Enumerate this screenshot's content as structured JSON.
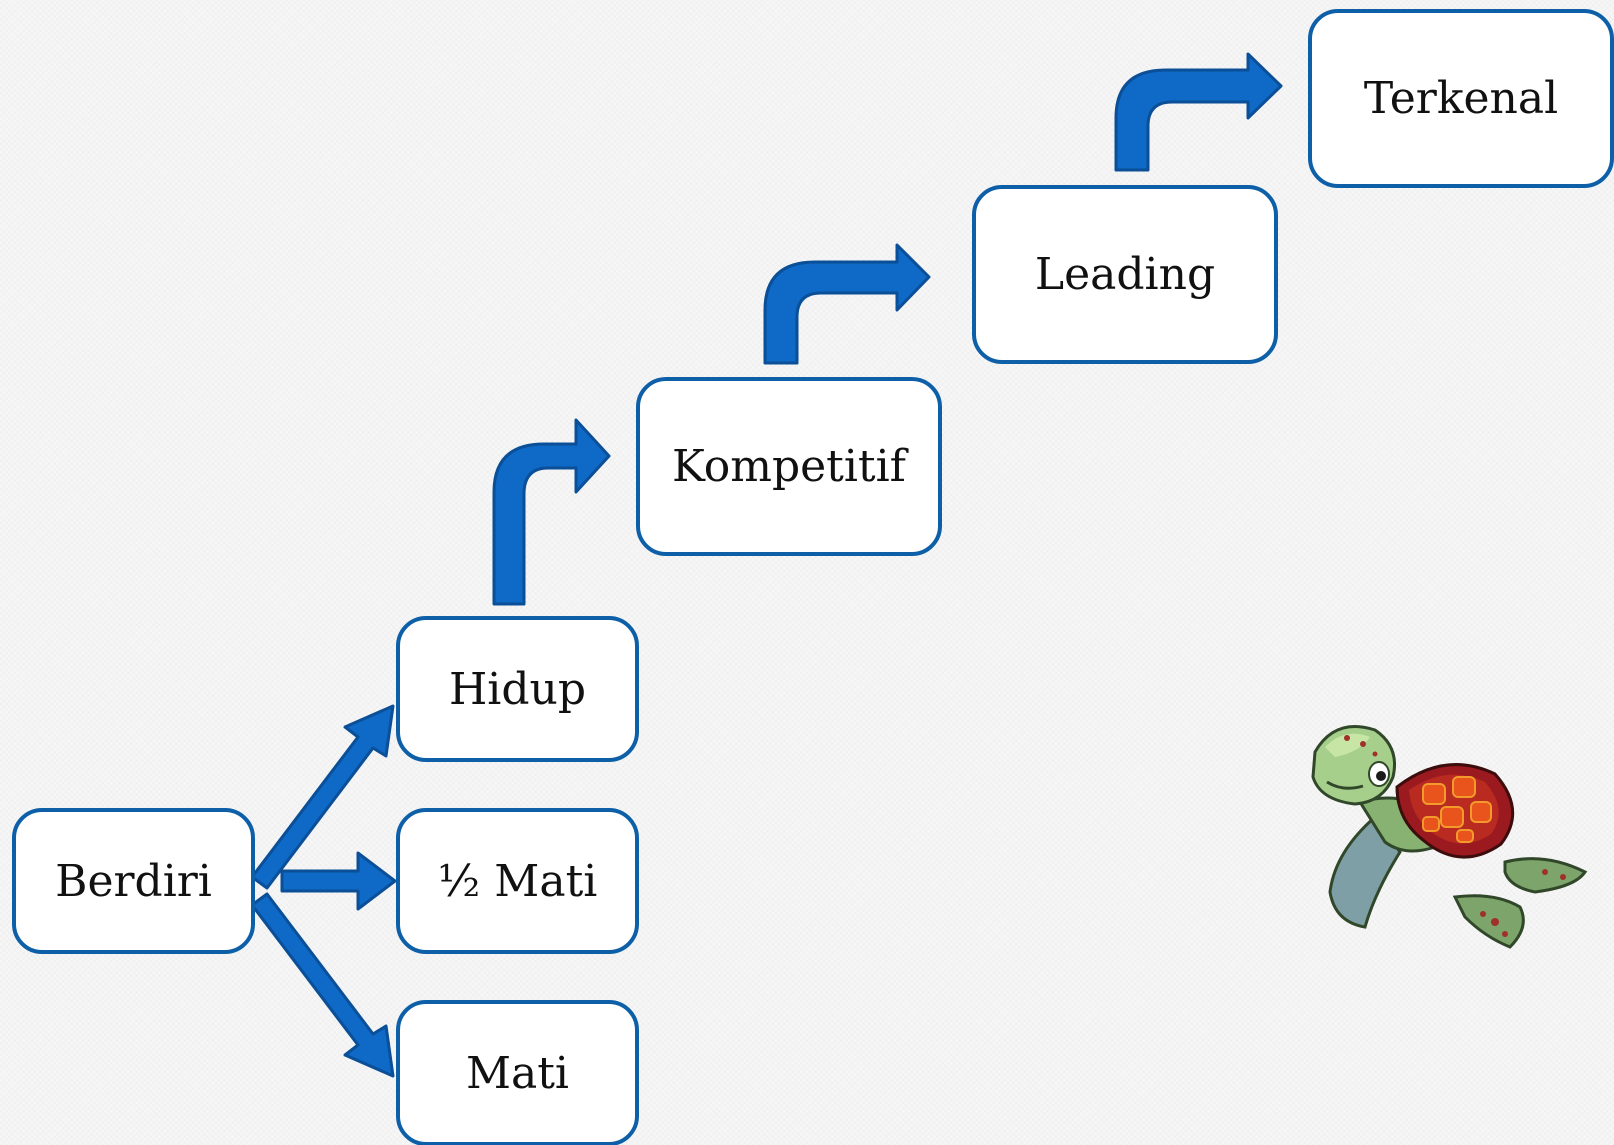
{
  "nodes": {
    "berdiri": "Berdiri",
    "hidup": "Hidup",
    "setengah_mati": "½ Mati",
    "mati": "Mati",
    "kompetitif": "Kompetitif",
    "leading": "Leading",
    "terkenal": "Terkenal"
  },
  "colors": {
    "arrow_fill": "#0f69c6",
    "arrow_stroke": "#0a4f97",
    "box_border": "#0d5fa8"
  },
  "illustration": "turtle-illustration"
}
